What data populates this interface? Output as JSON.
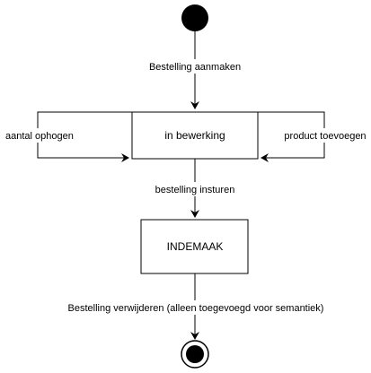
{
  "diagram": {
    "states": {
      "in_bewerking": "in bewerking",
      "indemaak": "INDEMAAK"
    },
    "transitions": {
      "create": "Bestelling aanmaken",
      "increase_quantity": "aantal ophogen",
      "add_product": "product toevoegen",
      "submit": "bestelling insturen",
      "delete": "Bestelling verwijderen (alleen toegevoegd voor semantiek)"
    }
  }
}
